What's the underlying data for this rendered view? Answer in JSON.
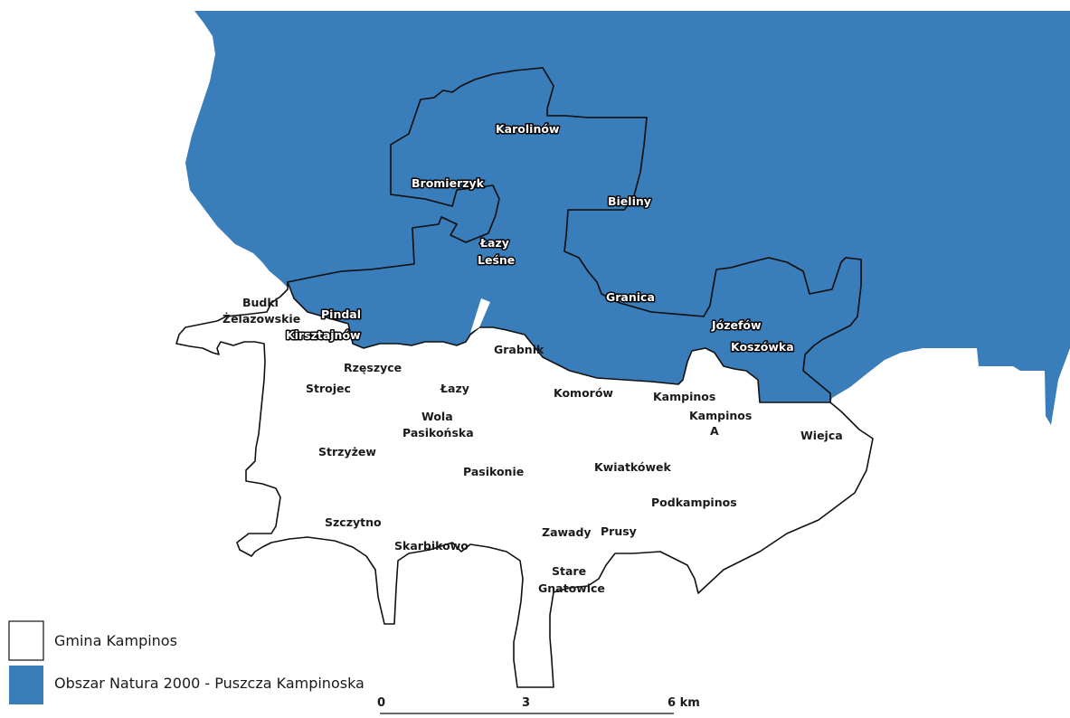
{
  "colors": {
    "natura_fill": "#3a7dbb",
    "gmina_fill": "#ffffff",
    "boundary_stroke": "#111111"
  },
  "places": {
    "karolinow": "Karolinów",
    "bromierzyk": "Bromierzyk",
    "bieliny": "Bieliny",
    "lazy_lesne_1": "Łazy",
    "lazy_lesne_2": "Leśne",
    "granica": "Granica",
    "jozefow": "Józefów",
    "koszowka": "Koszówka",
    "budki_1": "Budki",
    "budki_2": "Żelazowskie",
    "pindal": "Pindal",
    "kirsztajnow": "Kirsztajnów",
    "grabnik": "Grabnik",
    "rzeszyce": "Rzęszyce",
    "strojec": "Strojec",
    "lazy": "Łazy",
    "komorow": "Komorów",
    "kampinos": "Kampinos",
    "kampinos_a_1": "Kampinos",
    "kampinos_a_2": "A",
    "wola_1": "Wola",
    "wola_2": "Pasikońska",
    "wiejca": "Wiejca",
    "strzyzew": "Strzyżew",
    "pasikonie": "Pasikonie",
    "kwiatkowek": "Kwiatkówek",
    "podkampinos": "Podkampinos",
    "szczytno": "Szczytno",
    "zawady": "Zawady",
    "prusy": "Prusy",
    "skarbikowo": "Skarbikowo",
    "stare_1": "Stare",
    "stare_2": "Gnatowice"
  },
  "legend": {
    "gmina": "Gmina Kampinos",
    "natura": "Obszar Natura 2000 - Puszcza Kampinoska"
  },
  "scalebar": {
    "tick_0": "0",
    "tick_3": "3",
    "tick_6": "6 km"
  }
}
